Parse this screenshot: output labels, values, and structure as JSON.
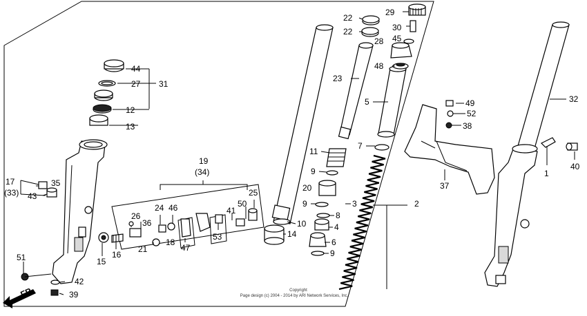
{
  "labels": {
    "l1": "1",
    "l2": "2",
    "l3": "3",
    "l4": "4",
    "l5": "5",
    "l6": "6",
    "l7": "7",
    "l8": "8",
    "l9a": "9",
    "l9b": "9",
    "l9c": "9",
    "l10": "10",
    "l11": "11",
    "l12": "12",
    "l13": "13",
    "l14": "14",
    "l15": "15",
    "l16": "16",
    "l17": "17",
    "l18": "18",
    "l19": "19",
    "l20": "20",
    "l21": "21",
    "l22a": "22",
    "l22b": "22",
    "l23": "23",
    "l24": "24",
    "l25": "25",
    "l26": "26",
    "l27": "27",
    "l28": "28",
    "l29": "29",
    "l30": "30",
    "l31": "31",
    "l32": "32",
    "l33": "(33)",
    "l34": "(34)",
    "l35": "35",
    "l36": "36",
    "l37": "37",
    "l38": "38",
    "l39": "39",
    "l40": "40",
    "l41": "41",
    "l42": "42",
    "l43": "43",
    "l44": "44",
    "l45": "45",
    "l46": "46",
    "l47": "47",
    "l48": "48",
    "l49": "49",
    "l50": "50",
    "l51": "51",
    "l52": "52",
    "l53": "53"
  },
  "fr": "FR.",
  "copyright_title": "Copyright",
  "copyright_text": "Page design (c) 2004 - 2014 by ARI Network Services, Inc."
}
